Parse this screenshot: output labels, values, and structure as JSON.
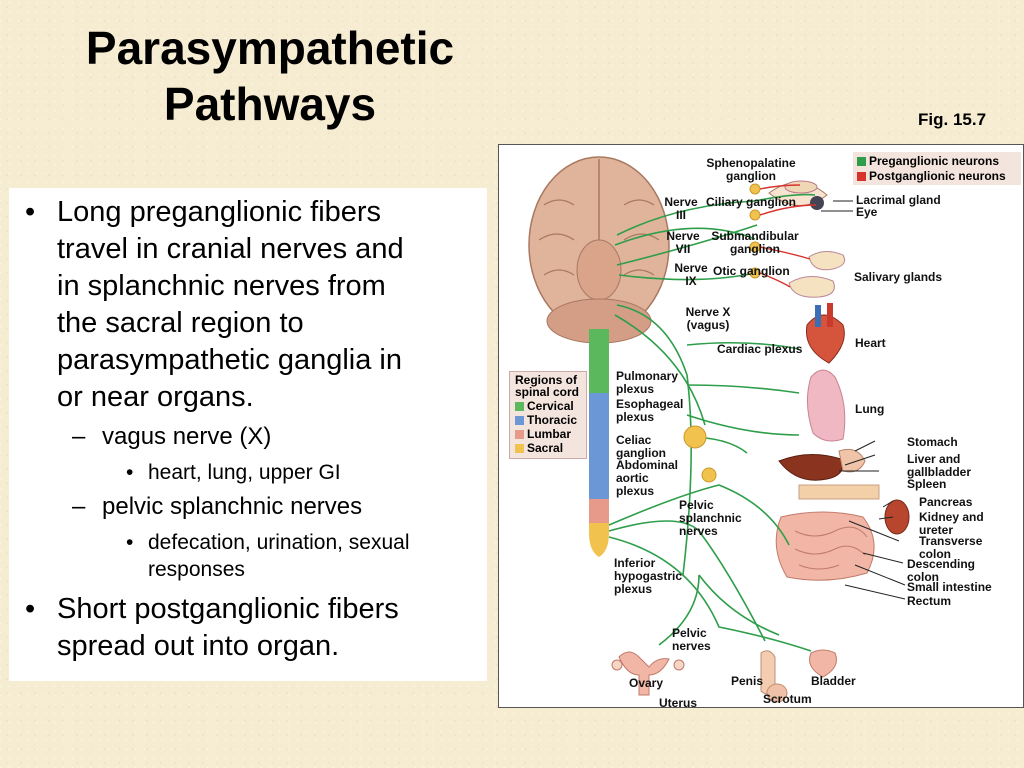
{
  "title": {
    "line1": "Parasympathetic",
    "line2": "Pathways"
  },
  "fig_ref": "Fig. 15.7",
  "bullets": {
    "b1": {
      "marker": "•",
      "text1": "Long preganglionic fibers",
      "text2": "travel in cranial nerves and",
      "text3": "in splanchnic nerves from",
      "text4": "the sacral region to",
      "text5": "parasympathetic ganglia in",
      "text6": "or near organs."
    },
    "b1a": {
      "marker": "–",
      "text": "vagus nerve (X)"
    },
    "b1a1": {
      "marker": "•",
      "text": "heart, lung, upper GI"
    },
    "b1b": {
      "marker": "–",
      "text": "pelvic splanchnic nerves"
    },
    "b1b1": {
      "marker": "•",
      "text1": "defecation, urination, sexual",
      "text2": "responses"
    },
    "b2": {
      "marker": "•",
      "text1": "Short postganglionic fibers",
      "text2": "spread out into organ."
    }
  },
  "figure": {
    "legend": {
      "pre": {
        "label": "Preganglionic neurons",
        "color": "#2e9e4a"
      },
      "post": {
        "label": "Postganglionic neurons",
        "color": "#d8322c"
      }
    },
    "regions": {
      "heading1": "Regions of",
      "heading2": "spinal cord",
      "items": [
        {
          "label": "Cervical",
          "color": "#5cb85c"
        },
        {
          "label": "Thoracic",
          "color": "#6c97d6"
        },
        {
          "label": "Lumbar",
          "color": "#e89a8a"
        },
        {
          "label": "Sacral",
          "color": "#f2c24e"
        }
      ]
    },
    "labels": {
      "sphenopalatine": "Sphenopalatine",
      "sphenopalatine2": "ganglion",
      "nerve3a": "Nerve",
      "nerve3b": "III",
      "ciliary": "Ciliary ganglion",
      "nerve7a": "Nerve",
      "nerve7b": "VII",
      "submand": "Submandibular",
      "submand2": "ganglion",
      "nerve9a": "Nerve",
      "nerve9b": "IX",
      "otic": "Otic ganglion",
      "lacrimal": "Lacrimal gland",
      "eye": "Eye",
      "salivary": "Salivary glands",
      "nervex": "Nerve X",
      "vagus": "(vagus)",
      "cardiac": "Cardiac plexus",
      "heart": "Heart",
      "pulmonary": "Pulmonary",
      "pulmonary2": "plexus",
      "esophageal": "Esophageal",
      "esophageal2": "plexus",
      "lung": "Lung",
      "celiac": "Celiac",
      "celiac2": "ganglion",
      "abdominal": "Abdominal",
      "abdominal2": "aortic",
      "abdominal3": "plexus",
      "pelvicspl": "Pelvic",
      "pelvicspl2": "splanchnic",
      "pelvicspl3": "nerves",
      "inferior": "Inferior",
      "inferior2": "hypogastric",
      "inferior3": "plexus",
      "pelvicn": "Pelvic",
      "pelvicn2": "nerves",
      "stomach": "Stomach",
      "liver": "Liver and",
      "liver2": "gallbladder",
      "spleen": "Spleen",
      "pancreas": "Pancreas",
      "kidney": "Kidney and",
      "kidney2": "ureter",
      "transverse": "Transverse",
      "transverse2": "colon",
      "descending": "Descending",
      "descending2": "colon",
      "small": "Small intestine",
      "rectum": "Rectum",
      "ovary": "Ovary",
      "uterus": "Uterus",
      "penis": "Penis",
      "scrotum": "Scrotum",
      "bladder": "Bladder"
    }
  }
}
